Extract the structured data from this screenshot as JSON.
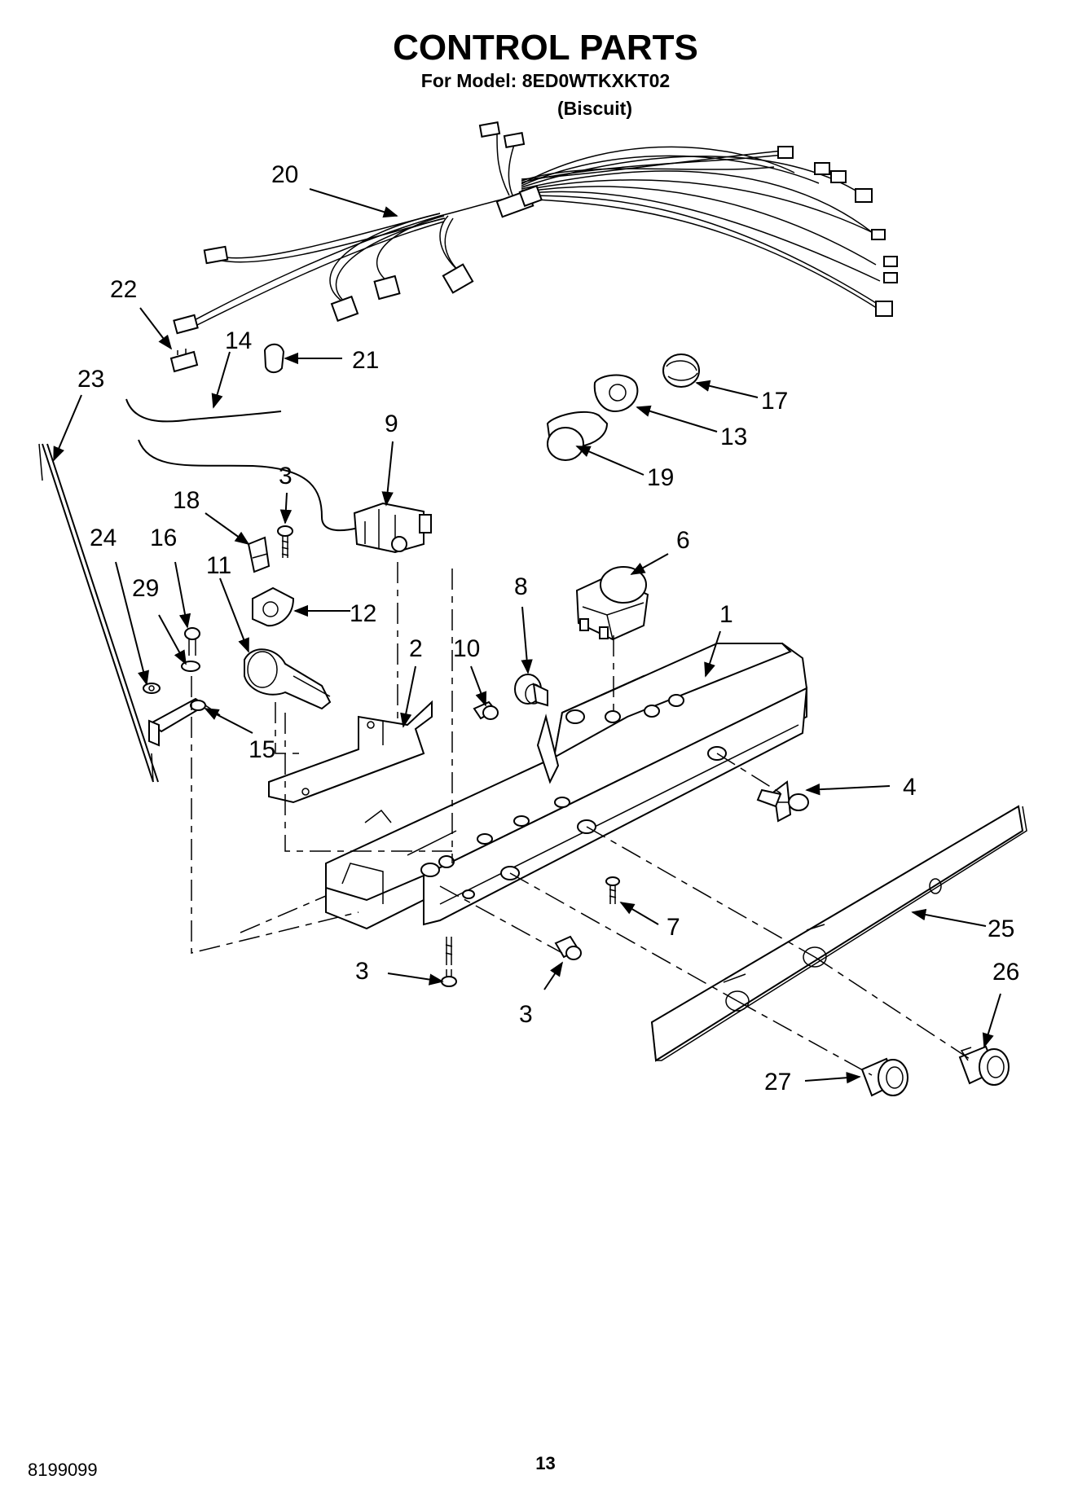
{
  "header": {
    "title": "CONTROL PARTS",
    "model": "For Model: 8ED0WTKXKT02",
    "variant": "(Biscuit)"
  },
  "footer": {
    "doc_number": "8199099",
    "page_number": "13"
  },
  "callouts": [
    {
      "id": "c20",
      "label": "20"
    },
    {
      "id": "c22",
      "label": "22"
    },
    {
      "id": "c14",
      "label": "14"
    },
    {
      "id": "c21",
      "label": "21"
    },
    {
      "id": "c23",
      "label": "23"
    },
    {
      "id": "c17",
      "label": "17"
    },
    {
      "id": "c13",
      "label": "13"
    },
    {
      "id": "c19",
      "label": "19"
    },
    {
      "id": "c9",
      "label": "9"
    },
    {
      "id": "c3a",
      "label": "3"
    },
    {
      "id": "c18",
      "label": "18"
    },
    {
      "id": "c24",
      "label": "24"
    },
    {
      "id": "c16",
      "label": "16"
    },
    {
      "id": "c11",
      "label": "11"
    },
    {
      "id": "c29",
      "label": "29"
    },
    {
      "id": "c12",
      "label": "12"
    },
    {
      "id": "c6",
      "label": "6"
    },
    {
      "id": "c8",
      "label": "8"
    },
    {
      "id": "c1",
      "label": "1"
    },
    {
      "id": "c2",
      "label": "2"
    },
    {
      "id": "c10",
      "label": "10"
    },
    {
      "id": "c15",
      "label": "15"
    },
    {
      "id": "c4",
      "label": "4"
    },
    {
      "id": "c7",
      "label": "7"
    },
    {
      "id": "c25",
      "label": "25"
    },
    {
      "id": "c3b",
      "label": "3"
    },
    {
      "id": "c3c",
      "label": "3"
    },
    {
      "id": "c26",
      "label": "26"
    },
    {
      "id": "c27",
      "label": "27"
    }
  ]
}
